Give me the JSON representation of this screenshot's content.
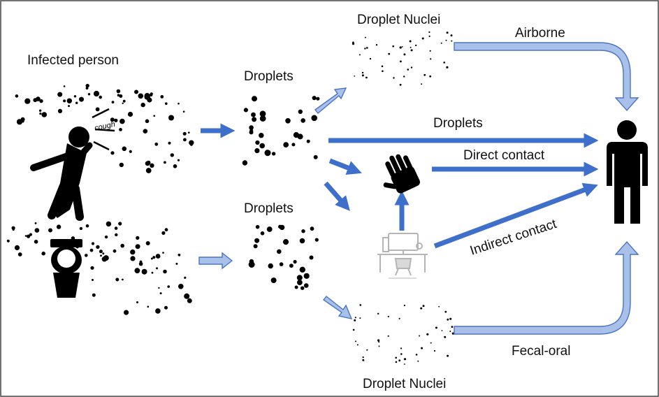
{
  "labels": {
    "infected_person": "Infected person",
    "droplets_top": "Droplets",
    "droplets_bottom": "Droplets",
    "droplet_nuclei_top": "Droplet Nuclei",
    "droplet_nuclei_bottom": "Droplet Nuclei",
    "airborne": "Airborne",
    "droplets_route": "Droplets",
    "direct_contact": "Direct contact",
    "indirect_contact": "Indirect contact",
    "fecal_oral": "Fecal-oral",
    "cough": "cough"
  },
  "colors": {
    "solid_arrow": "#3d6fcb",
    "light_arrow": "#a9c0e8",
    "light_arrow_stroke": "#4a74c4",
    "silhouette": "#000000",
    "desk": "#b5b5b5"
  },
  "icons": {
    "infected": "coughing-person-icon",
    "toilet": "toilet-icon",
    "hand": "hand-icon",
    "desk": "office-desk-icon",
    "target": "person-icon"
  }
}
